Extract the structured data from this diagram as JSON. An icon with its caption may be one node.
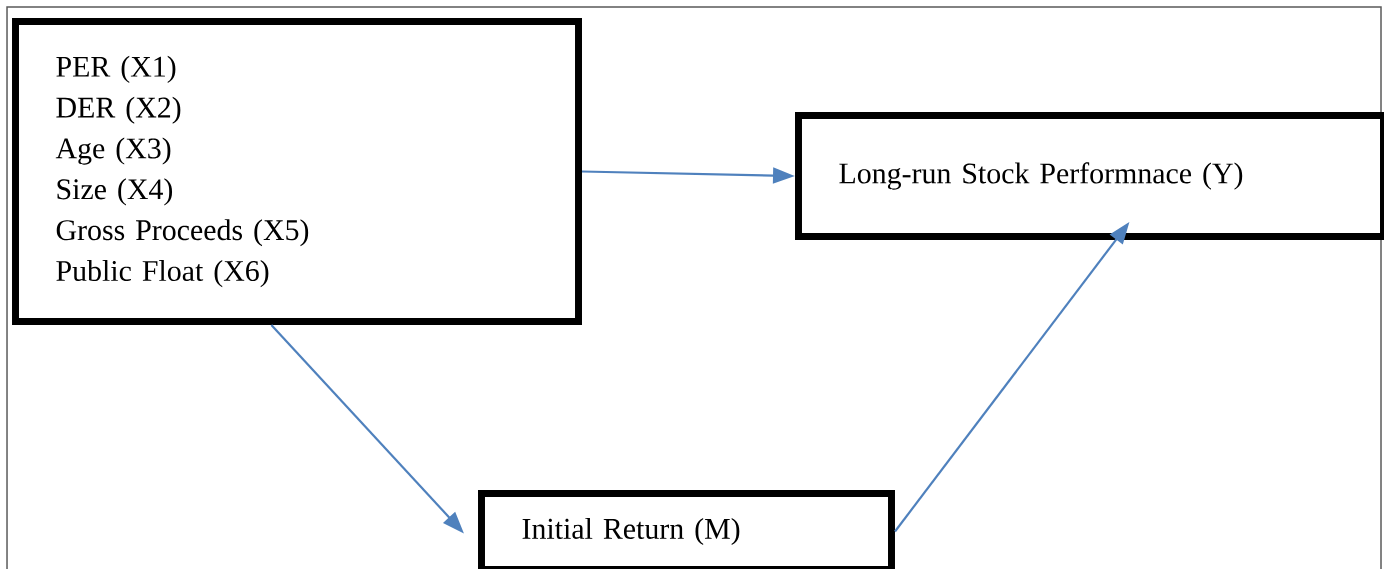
{
  "diagram": {
    "nodes": [
      {
        "text": [
          "PER (X1)",
          "DER (X2)",
          "Age (X3)",
          "Size (X4)",
          "Gross Proceeds (X5)",
          "Public Float (X6)"
        ]
      },
      {
        "text": [
          "Long-run Stock Performnace (Y)"
        ]
      },
      {
        "text": [
          "Initial Return (M)"
        ]
      }
    ],
    "edges": [
      {
        "from": 0,
        "to": 1,
        "arrow": "to"
      },
      {
        "from": 0,
        "to": 2,
        "arrow": "to"
      },
      {
        "from": 2,
        "to": 1,
        "arrow": "to"
      }
    ]
  }
}
